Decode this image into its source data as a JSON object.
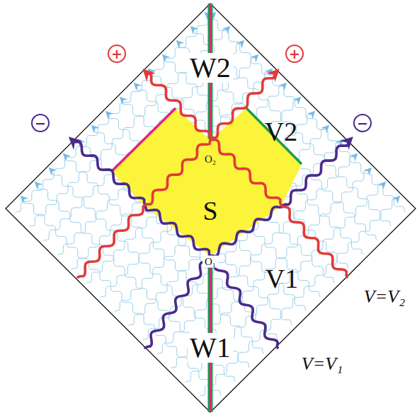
{
  "diagram": {
    "nodes": [
      {
        "text": [
          "S"
        ]
      }
    ],
    "labels": [
      "W2",
      "V2",
      "O₂",
      "O₁",
      "V1",
      "W1",
      "V=V₂",
      "V=V₁",
      "+",
      "+",
      "−",
      "−"
    ]
  }
}
